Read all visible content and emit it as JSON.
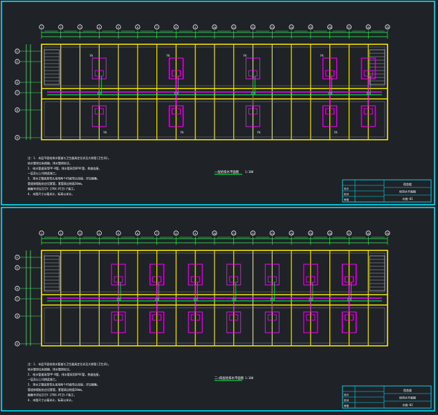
{
  "colors": {
    "background": "#1f2227",
    "frame": "#00e5ff",
    "wall": "#f2e600",
    "pipe_magenta": "#ff00ff",
    "pipe_green": "#00ff4c",
    "dim": "#36ff5a",
    "axis": "#ffffff",
    "text": "#ffffff"
  },
  "sheets": [
    {
      "id": "sheet1",
      "col_axes": [
        "1",
        "2",
        "3",
        "4",
        "5",
        "6",
        "7",
        "8",
        "9",
        "10",
        "11",
        "12",
        "13",
        "14",
        "15",
        "16",
        "17",
        "18",
        "19"
      ],
      "row_axes": [
        "F",
        "E",
        "D",
        "C",
        "B",
        "A"
      ],
      "room_labels": [
        "YA",
        "YA",
        "YA",
        "YA",
        "YA",
        "YA",
        "YA",
        "YA"
      ],
      "notes": [
        "注：1. 本层平面给排水管道与卫生器具定位详见大样图(卫生间)。",
        "    给水管径见系统图，排水管按标注。",
        "2. 给水管道采用PP-R管，排水管采用UPVC管，热熔连接，",
        "    一层及以上均按此施工。",
        "3. 排水立管底部弯头采用两个45度弯头连接，详见图集。",
        "    管道穿楼板处应设套管，套管高出地面20mm。",
        "    图集号详见IIIY-1TKX-PC15-F施工。",
        "4. 本图尺寸以毫米计，标高以米计。"
      ],
      "plan_title": "一层给排水平面图",
      "scale": "1:100",
      "title_block": {
        "project": "宿舍楼",
        "drawing": "给排水平面图",
        "rows": [
          "设计",
          "校对",
          "审核"
        ],
        "no": "水施-01"
      }
    },
    {
      "id": "sheet2",
      "col_axes": [
        "1",
        "2",
        "3",
        "4",
        "5",
        "6",
        "7",
        "8",
        "9",
        "10",
        "11",
        "12",
        "13",
        "14",
        "15",
        "16",
        "17",
        "18",
        "19"
      ],
      "row_axes": [
        "F",
        "E",
        "D",
        "C",
        "B",
        "A"
      ],
      "room_labels": [],
      "notes": [
        "注：1. 本层平面给排水管道与卫生器具定位详见大样图(卫生间)。",
        "    给水管径见系统图，排水管按标注。",
        "2. 给水管道采用PP-R管，排水管采用UPVC管，热熔连接，",
        "    一层及以上均按此施工。",
        "3. 排水立管底部弯头采用两个45度弯头连接，详见图集。",
        "    管道穿楼板处应设套管，套管高出地面20mm。",
        "    图集号详见IIIY-1TKX-PC15-F施工。",
        "4. 本图尺寸以毫米计，标高以米计。"
      ],
      "plan_title": "二~四层给排水平面图",
      "scale": "1:100",
      "title_block": {
        "project": "宿舍楼",
        "drawing": "给排水平面图",
        "rows": [
          "设计",
          "校对",
          "审核"
        ],
        "no": "水施-02"
      }
    }
  ]
}
